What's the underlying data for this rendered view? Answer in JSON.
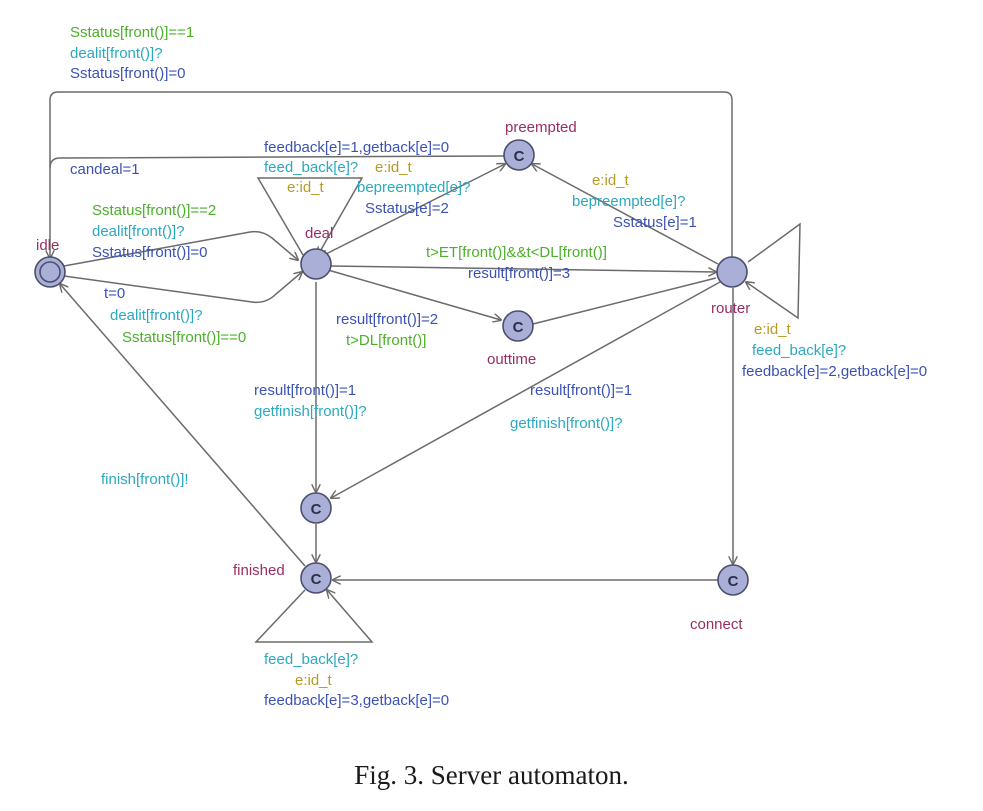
{
  "colors": {
    "state_fill": "#a9afd6",
    "state_stroke": "#4a4f6e",
    "edge": "#6b6b6b",
    "name": "#9b2d63",
    "guard": "#4caf2a",
    "sync": "#2aa9c0",
    "update": "#3b52b5",
    "select": "#b89a22"
  },
  "states": {
    "idle": "idle",
    "deal": "deal",
    "preempted": "preempted",
    "router": "router",
    "outtime": "outtime",
    "finished": "finished",
    "connect": "connect",
    "committed_mark": "C"
  },
  "labels": {
    "top_guard": "Sstatus[front()]==1",
    "top_sync": "dealit[front()]?",
    "top_update": "Sstatus[front()]=0",
    "candeal": "candeal=1",
    "pre_update": "feedback[e]=1,getback[e]=0",
    "pre_sync": "feed_back[e]?",
    "pre_select": "e:id_t",
    "self_select": "e:id_t",
    "bepre_sync": "bepreempted[e]?",
    "bepre_update": "Sstatus[e]=2",
    "idle_deal_guard": "Sstatus[front()]==2",
    "idle_deal_sync": "dealit[front()]?",
    "idle_deal_update": "Sstatus[front()]=0",
    "low_update": "t=0",
    "low_sync": "dealit[front()]?",
    "low_guard": "Sstatus[front()]==0",
    "router_pre_select": "e:id_t",
    "router_pre_sync": "bepreempted[e]?",
    "router_pre_update": "Sstatus[e]=1",
    "dr_guard": "t>ET[front()]&&t<DL[front()]",
    "dr_update": "result[front()]=3",
    "do_update": "result[front()]=2",
    "do_guard": "t>DL[front()]",
    "df_update": "result[front()]=1",
    "df_sync": "getfinish[front()]?",
    "rf_update": "result[front()]=1",
    "rf_sync": "getfinish[front()]?",
    "finish_sync": "finish[front()]!",
    "rself_select": "e:id_t",
    "rself_sync": "feed_back[e]?",
    "rself_update": "feedback[e]=2,getback[e]=0",
    "fself_sync": "feed_back[e]?",
    "fself_select": "e:id_t",
    "fself_update": "feedback[e]=3,getback[e]=0"
  },
  "caption": "Fig. 3.   Server automaton."
}
